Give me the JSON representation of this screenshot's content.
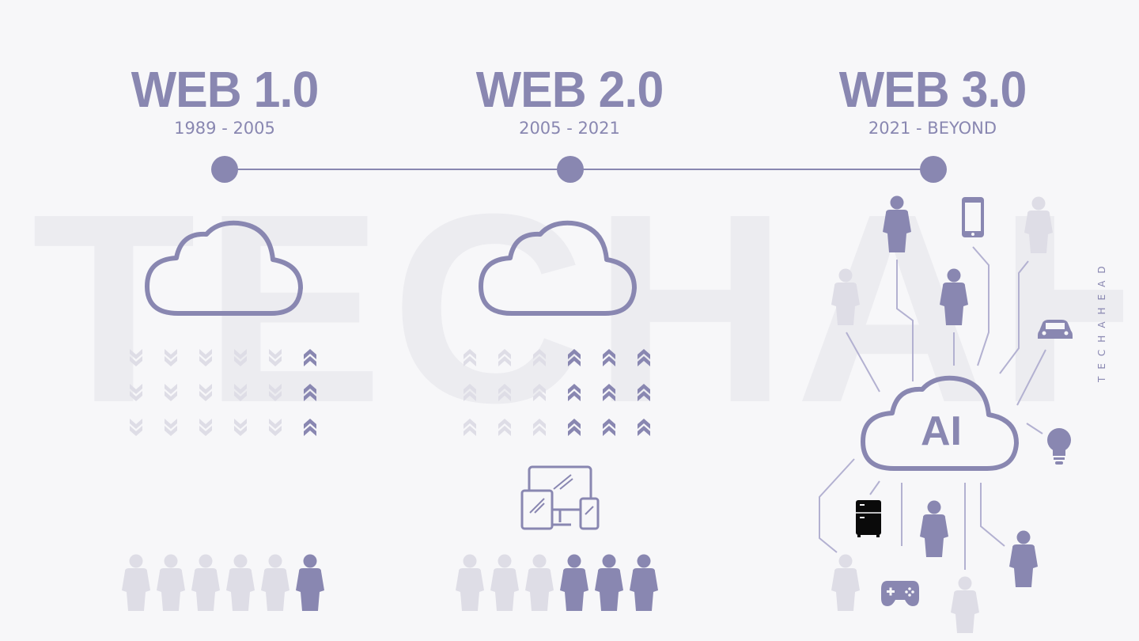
{
  "eras": [
    {
      "title": "WEB 1.0",
      "years": "1989 - 2005",
      "active_arrow_columns": 1,
      "active_people": 1
    },
    {
      "title": "WEB 2.0",
      "years": "2005 - 2021",
      "active_arrow_columns": 3,
      "active_people": 3
    },
    {
      "title": "WEB 3.0",
      "years": "2021 - BEYOND"
    }
  ],
  "watermark": "TECHAHEAD",
  "brand": "TECHAHEAD",
  "ai_label": "AI",
  "colors": {
    "primary": "#8987b1",
    "light": "#dedde6",
    "line": "#b3b1d1",
    "background": "#f7f7f9",
    "dark_icon": "#0a0a0a"
  },
  "icons": {
    "web1": [
      "cloud-icon",
      "chevron-down-icon",
      "chevron-up-icon",
      "person-icon"
    ],
    "web2": [
      "cloud-icon",
      "devices-icon",
      "chevron-up-icon",
      "person-icon"
    ],
    "web3": [
      "ai-cloud-icon",
      "person-icon",
      "smartphone-icon",
      "car-icon",
      "lightbulb-icon",
      "fridge-icon",
      "gamepad-icon"
    ]
  }
}
